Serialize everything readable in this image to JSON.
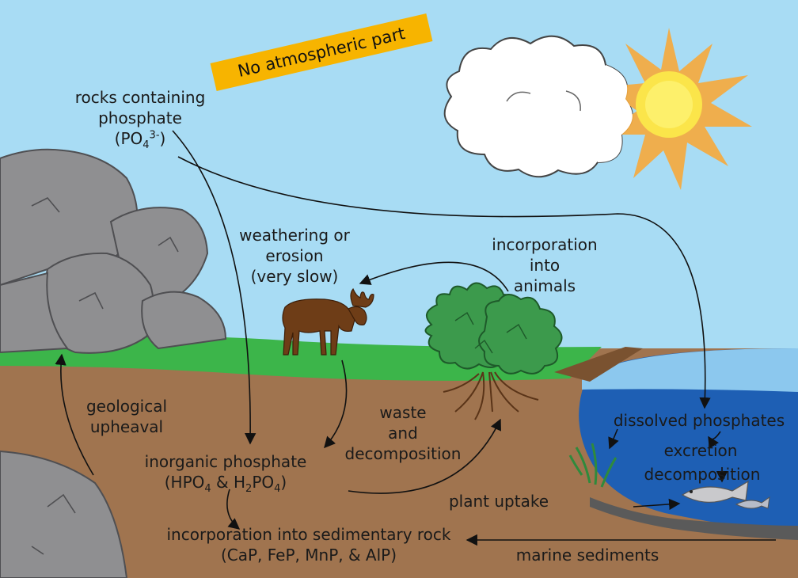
{
  "banner": {
    "text": "No atmospheric part",
    "color": "#f7b400"
  },
  "labels": {
    "rocks": {
      "line1": "rocks containing",
      "line2": "phosphate",
      "formula_a": "(PO",
      "formula_sub": "4",
      "formula_sup": "3-",
      "formula_b": ")"
    },
    "weathering": {
      "line1": "weathering or",
      "line2": "erosion",
      "line3": "(very slow)"
    },
    "incorporation_animals": {
      "line1": "incorporation",
      "line2": "into",
      "line3": "animals"
    },
    "geological": {
      "line1": "geological",
      "line2": "upheaval"
    },
    "waste": {
      "line1": "waste",
      "line2": "and",
      "line3": "decomposition"
    },
    "inorganic": {
      "line1": "inorganic phosphate",
      "f1": "(HPO",
      "s1": "4",
      "f2": " & H",
      "s2": "2",
      "f3": "PO",
      "s3": "4",
      "f4": ")"
    },
    "plant_uptake": "plant uptake",
    "sedimentary": {
      "line1": "incorporation into sedimentary rock",
      "line2": "(CaP, FeP, MnP, & AlP)"
    },
    "marine_sediments": "marine sediments",
    "dissolved": "dissolved phosphates",
    "excretion": "excretion",
    "decomposition_water": "decomposition"
  },
  "colors": {
    "sky": "#a8dcf4",
    "soil": "#a0744f",
    "grass": "#3cb54a",
    "water": "#1e5fb4",
    "rock": "#8f8f91",
    "moose": "#6e3d17",
    "bush": "#3c9a4c",
    "sun": "#f6a93b"
  }
}
